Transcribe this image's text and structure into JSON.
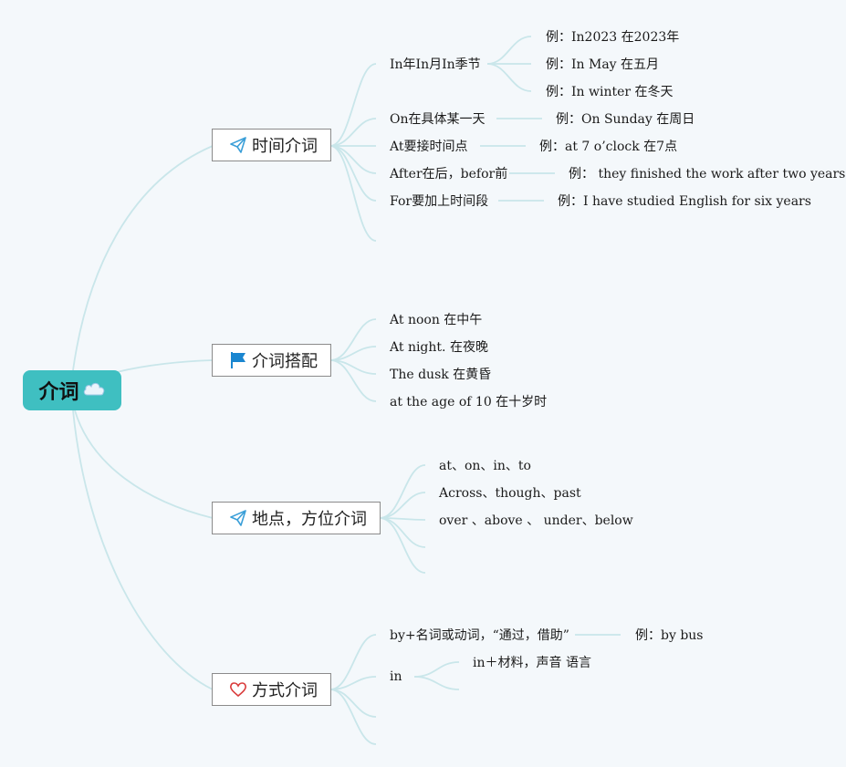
{
  "root": {
    "label": "介词",
    "icon": "cloud-icon"
  },
  "colors": {
    "root_fill": "#3fbfc1",
    "connector": "#c9e6ea",
    "box_border": "#8b8b8b",
    "send_icon": "#3b9fd8",
    "flag_icon": "#1a86d0",
    "heart_icon": "#d93b3b"
  },
  "branches": [
    {
      "label": "时间介词",
      "icon": "paper-plane-icon",
      "items": [
        {
          "text": "In年In月In季节",
          "examples": [
            "例：In2023 在2023年",
            "例：In May 在五月",
            "例：In winter 在冬天"
          ]
        },
        {
          "text": "On在具体某一天",
          "examples": [
            "例：On Sunday 在周日"
          ]
        },
        {
          "text": "At要接时间点",
          "examples": [
            "例：at 7 o’clock 在7点"
          ]
        },
        {
          "text": "After在后，befor前",
          "examples": [
            "例： they finished the work after two years"
          ]
        },
        {
          "text": "For要加上时间段",
          "examples": [
            "例：I have studied English for six years"
          ]
        },
        {
          "text": "",
          "examples": []
        }
      ]
    },
    {
      "label": "介词搭配",
      "icon": "flag-icon",
      "items": [
        {
          "text": "At noon 在中午",
          "examples": []
        },
        {
          "text": "At night. 在夜晚",
          "examples": []
        },
        {
          "text": "The dusk 在黄昏",
          "examples": []
        },
        {
          "text": "at the age of 10 在十岁时",
          "examples": []
        }
      ]
    },
    {
      "label": "地点，方位介词",
      "icon": "paper-plane-icon",
      "items": [
        {
          "text": "at、on、in、to",
          "examples": []
        },
        {
          "text": "Across、though、past",
          "examples": []
        },
        {
          "text": "over 、above 、 under、below",
          "examples": []
        },
        {
          "text": "",
          "examples": []
        },
        {
          "text": "",
          "examples": []
        }
      ]
    },
    {
      "label": "方式介词",
      "icon": "heart-icon",
      "items": [
        {
          "text": "by+名词或动词，“通过，借助”",
          "examples": [
            "例：by bus"
          ]
        },
        {
          "text": "in",
          "examples": [
            "in＋材料，声音 语言",
            ""
          ]
        },
        {
          "text": "",
          "examples": []
        },
        {
          "text": "",
          "examples": []
        }
      ]
    }
  ]
}
